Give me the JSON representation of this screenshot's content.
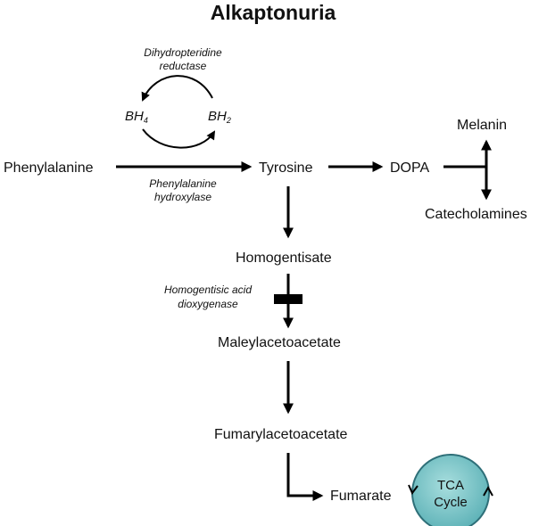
{
  "title": "Alkaptonuria",
  "compounds": {
    "phenylalanine": "Phenylalanine",
    "tyrosine": "Tyrosine",
    "dopa": "DOPA",
    "melanin": "Melanin",
    "catecholamines": "Catecholamines",
    "homogentisate": "Homogentisate",
    "maleylacetoacetate": "Maleylacetoacetate",
    "fumarylacetoacetate": "Fumarylacetoacetate",
    "fumarate": "Fumarate"
  },
  "enzymes": {
    "dhpr_line1": "Dihydropteridine",
    "dhpr_line2": "reductase",
    "pah_line1": "Phenylalanine",
    "pah_line2": "hydroxylase",
    "hgd_line1": "Homogentisic acid",
    "hgd_line2": "dioxygenase"
  },
  "cofactors": {
    "bh4_base": "BH",
    "bh4_sub": "4",
    "bh2_base": "BH",
    "bh2_sub": "2"
  },
  "tca": {
    "line1": "TCA",
    "line2": "Cycle",
    "color": "#7ec8c8",
    "border_color": "#2e6f78"
  },
  "block_color": "#000000"
}
